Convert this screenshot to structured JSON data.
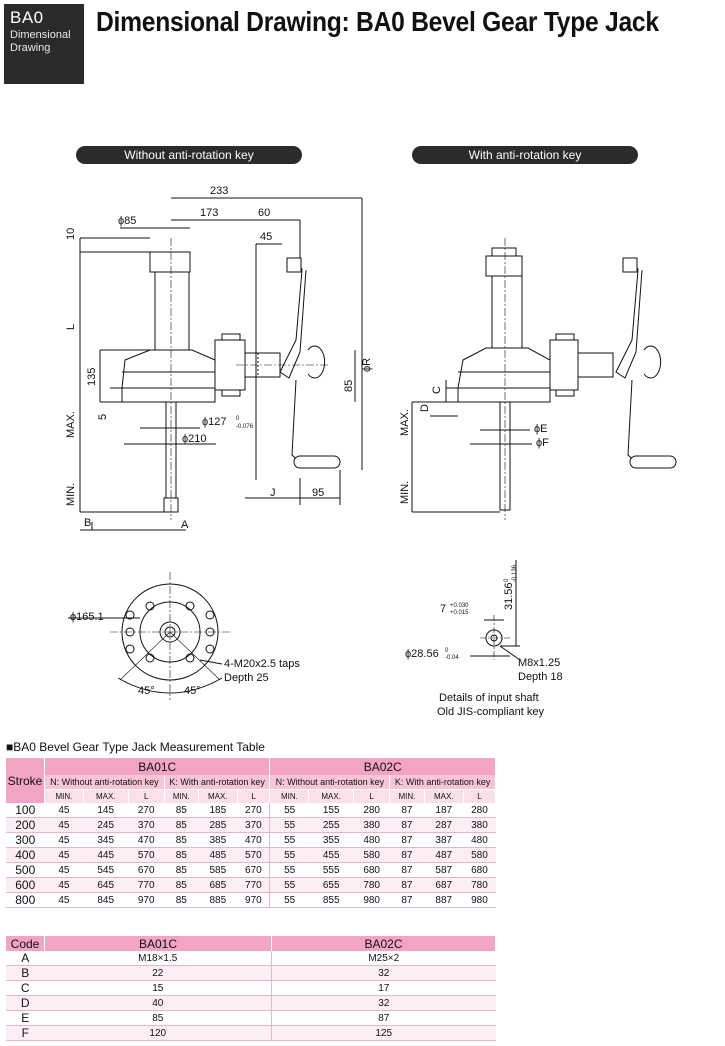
{
  "header": {
    "badge_code": "BA0",
    "badge_line1": "Dimensional",
    "badge_line2": "Drawing",
    "title": "Dimensional Drawing: BA0 Bevel Gear Type Jack"
  },
  "drawing": {
    "label_without": "Without anti-rotation key",
    "label_with": "With anti-rotation key",
    "dims": {
      "d233": "233",
      "d173": "173",
      "d60": "60",
      "d45": "45",
      "phi85": "ϕ85",
      "d10": "10",
      "L": "L",
      "d135": "135",
      "d85": "85",
      "phiR": "ϕR",
      "d5": "5",
      "MAX": "MAX.",
      "MIN": "MIN.",
      "B": "B",
      "A": "A",
      "J": "J",
      "d95": "95",
      "phi127": "ϕ127",
      "phi127_tol_up": "0",
      "phi127_tol_lo": "-0.076",
      "phi210": "ϕ210",
      "C": "C",
      "D": "D",
      "phiE": "ϕE",
      "phiF": "ϕF",
      "phi165": "ϕ165.1",
      "taps1": "4-M20x2.5 taps",
      "taps2": "Depth 25",
      "ang1": "45°",
      "ang2": "45°",
      "d7": "7",
      "d7_tol_up": "+0.030",
      "d7_tol_lo": "+0.015",
      "d3156": "31.56",
      "d3156_tol_up": "0",
      "d3156_tol_lo": "-0.136",
      "phi2856": "ϕ28.56",
      "phi2856_tol_up": "0",
      "phi2856_tol_lo": "-0.04",
      "m8": "M8x1.25",
      "depth18": "Depth 18",
      "shaft_note1": "Details of input shaft",
      "shaft_note2": "Old JIS-compliant key"
    }
  },
  "measurement_table": {
    "title": "■BA0 Bevel Gear Type Jack Measurement Table",
    "stroke_header": "Stroke",
    "models": [
      "BA01C",
      "BA02C"
    ],
    "groups": [
      "N: Without anti-rotation key",
      "K: With anti-rotation key",
      "N: Without anti-rotation key",
      "K: With anti-rotation key"
    ],
    "sub_headers": [
      "MIN.",
      "MAX.",
      "L",
      "MIN.",
      "MAX.",
      "L",
      "MIN.",
      "MAX.",
      "L",
      "MIN.",
      "MAX.",
      "L"
    ],
    "rows": [
      [
        "100",
        "45",
        "145",
        "270",
        "85",
        "185",
        "270",
        "55",
        "155",
        "280",
        "87",
        "187",
        "280"
      ],
      [
        "200",
        "45",
        "245",
        "370",
        "85",
        "285",
        "370",
        "55",
        "255",
        "380",
        "87",
        "287",
        "380"
      ],
      [
        "300",
        "45",
        "345",
        "470",
        "85",
        "385",
        "470",
        "55",
        "355",
        "480",
        "87",
        "387",
        "480"
      ],
      [
        "400",
        "45",
        "445",
        "570",
        "85",
        "485",
        "570",
        "55",
        "455",
        "580",
        "87",
        "487",
        "580"
      ],
      [
        "500",
        "45",
        "545",
        "670",
        "85",
        "585",
        "670",
        "55",
        "555",
        "680",
        "87",
        "587",
        "680"
      ],
      [
        "600",
        "45",
        "645",
        "770",
        "85",
        "685",
        "770",
        "55",
        "655",
        "780",
        "87",
        "687",
        "780"
      ],
      [
        "800",
        "45",
        "845",
        "970",
        "85",
        "885",
        "970",
        "55",
        "855",
        "980",
        "87",
        "887",
        "980"
      ]
    ]
  },
  "code_table": {
    "headers": [
      "Code",
      "BA01C",
      "BA02C"
    ],
    "rows": [
      [
        "A",
        "M18×1.5",
        "M25×2"
      ],
      [
        "B",
        "22",
        "32"
      ],
      [
        "C",
        "15",
        "17"
      ],
      [
        "D",
        "40",
        "32"
      ],
      [
        "E",
        "85",
        "87"
      ],
      [
        "F",
        "120",
        "125"
      ]
    ]
  }
}
